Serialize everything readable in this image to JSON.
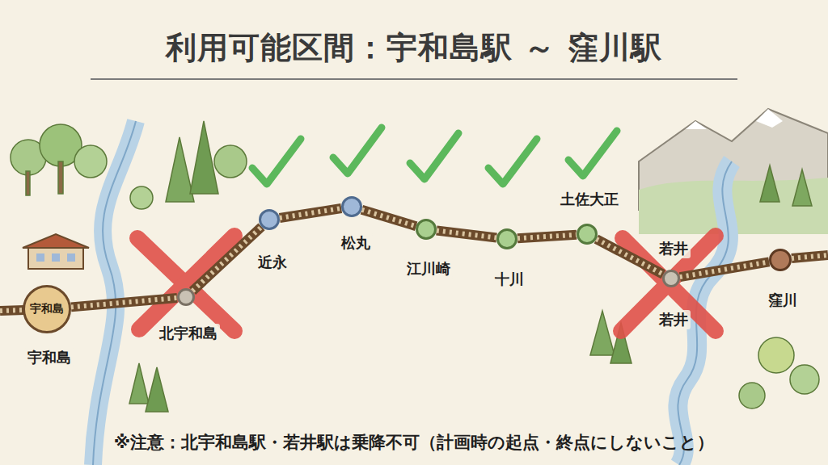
{
  "diagram": {
    "title": "利用可能区間：宇和島駅 ～ 窪川駅",
    "caption": "※注意：北宇和島駅・若井駅は乗降不可（計画時の起点・終点にしないこと）",
    "nodes": [
      {
        "text": [
          "宇和島",
          "宇和島"
        ]
      },
      {
        "text": [
          "北宇和島"
        ]
      },
      {
        "text": [
          "近永"
        ]
      },
      {
        "text": [
          "松丸"
        ]
      },
      {
        "text": [
          "江川崎"
        ]
      },
      {
        "text": [
          "十川"
        ]
      },
      {
        "text": [
          "土佐大正"
        ]
      },
      {
        "text": [
          "若井",
          "若井"
        ]
      },
      {
        "text": [
          "窪川"
        ]
      }
    ],
    "edges": [
      {
        "from": 0,
        "to": 1,
        "arrow": "none"
      },
      {
        "from": 1,
        "to": 2,
        "arrow": "none"
      },
      {
        "from": 2,
        "to": 3,
        "arrow": "none"
      },
      {
        "from": 3,
        "to": 4,
        "arrow": "none"
      },
      {
        "from": 4,
        "to": 5,
        "arrow": "none"
      },
      {
        "from": 5,
        "to": 6,
        "arrow": "none"
      },
      {
        "from": 6,
        "to": 7,
        "arrow": "none"
      },
      {
        "from": 7,
        "to": 8,
        "arrow": "none"
      }
    ]
  }
}
